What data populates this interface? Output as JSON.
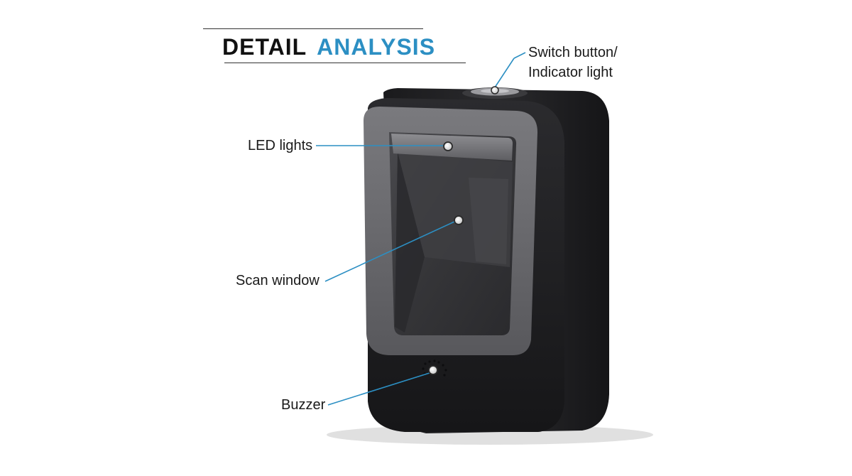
{
  "header": {
    "title_part1": "DETAIL",
    "title_part2": "ANALYSIS"
  },
  "callouts": {
    "switch_line1": "Switch button/",
    "switch_line2": "Indicator light",
    "led": "LED lights",
    "scan_window": "Scan window",
    "buzzer": "Buzzer"
  },
  "colors": {
    "accent": "#2c8fc3",
    "title_dark": "#111111",
    "device_body": "#1c1c1e",
    "bezel": "#6b6b6e",
    "leader_line": "#2c8fc3"
  },
  "icons": {
    "device": "barcode-scanner",
    "marker": "callout-dot"
  }
}
